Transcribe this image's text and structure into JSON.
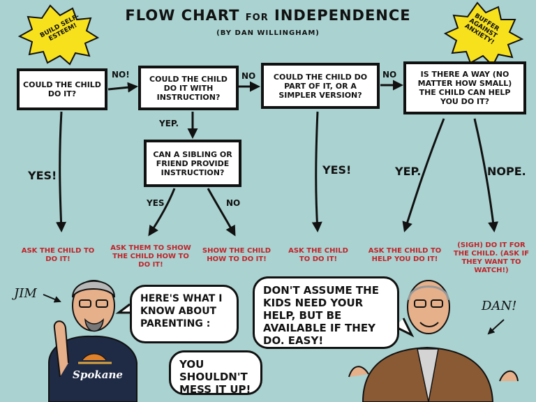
{
  "title": {
    "main": "FLOW CHART ",
    "small": "FOR",
    "main2": " INDEPENDENCE"
  },
  "subtitle": "(BY DAN WILLINGHAM)",
  "bursts": {
    "left": "BUILD SELF-ESTEEM!",
    "right": "BUFFER AGAINST ANXIETY!"
  },
  "questions": {
    "q1": "COULD THE CHILD DO IT?",
    "q2": "COULD THE CHILD DO IT WITH INSTRUCTION?",
    "q3": "COULD THE CHILD DO PART OF IT, OR A SIMPLER VERSION?",
    "q4": "IS THERE A WAY (NO MATTER HOW SMALL) THE CHILD CAN HELP YOU DO IT?",
    "q5": "CAN A SIBLING OR FRIEND PROVIDE INSTRUCTION?"
  },
  "edge_labels": {
    "no1": "NO!",
    "no2": "NO",
    "no3": "NO",
    "yep_down": "YEP.",
    "yes1": "YES!",
    "yes_sib": "YES",
    "no_sib": "NO",
    "yes3": "YES!",
    "yep4": "YEP.",
    "nope4": "NOPE."
  },
  "outcomes": {
    "o1": "ASK THE CHILD TO DO IT!",
    "o2": "ASK THEM TO SHOW THE CHILD HOW TO DO IT!",
    "o3": "SHOW THE CHILD HOW TO DO IT!",
    "o4": "ASK THE CHILD TO DO IT!",
    "o5": "ASK THE CHILD TO HELP YOU DO IT!",
    "o6": "(SIGH) DO IT FOR THE CHILD. (ASK IF THEY WANT TO WATCH!)"
  },
  "people": {
    "jim_label": "JIM",
    "dan_label": "DAN!",
    "shirt_text": "Spokane",
    "jim_bubble1": "HERE'S WHAT I KNOW ABOUT PARENTING :",
    "jim_bubble2": "YOU SHOULDN'T MESS IT UP!",
    "dan_bubble": "DON'T ASSUME THE KIDS NEED YOUR HELP, BUT BE AVAILABLE IF THEY DO. EASY!"
  },
  "colors": {
    "background": "#a9d2d0",
    "burst": "#f7e11c",
    "outcome_text": "#c0242a",
    "box_border": "#111111"
  }
}
